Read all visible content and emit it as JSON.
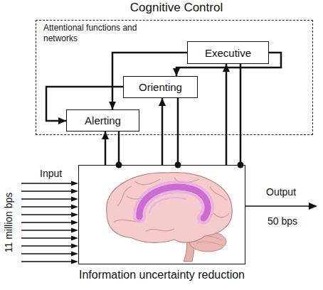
{
  "diagram": {
    "title": "Cognitive Control",
    "nodes": [
      {
        "text": [
          "Attentional functions and networks"
        ]
      },
      {
        "text": [
          "Executive"
        ],
        "in": 0
      },
      {
        "text": [
          "Orienting"
        ],
        "in": 0
      },
      {
        "text": [
          "Alerting"
        ],
        "in": 0
      },
      {
        "text": [
          "Information uncertainty reduction"
        ]
      }
    ],
    "edges": [
      {
        "from": 4,
        "to": 3,
        "arrow": "to"
      },
      {
        "from": 3,
        "to": 4,
        "arrow": "to"
      },
      {
        "from": 4,
        "to": 2,
        "arrow": "to"
      },
      {
        "from": 2,
        "to": 4,
        "arrow": "to"
      },
      {
        "from": 4,
        "to": 1,
        "arrow": "to"
      },
      {
        "from": 1,
        "to": 4,
        "arrow": "to"
      },
      {
        "from": 1,
        "to": 2,
        "arrow": "to"
      },
      {
        "from": 1,
        "to": 3,
        "arrow": "to"
      },
      {
        "from": 2,
        "to": 3,
        "arrow": "to"
      }
    ],
    "labels": [
      "Input",
      "11 million bps",
      "Output",
      "50 bps"
    ]
  }
}
